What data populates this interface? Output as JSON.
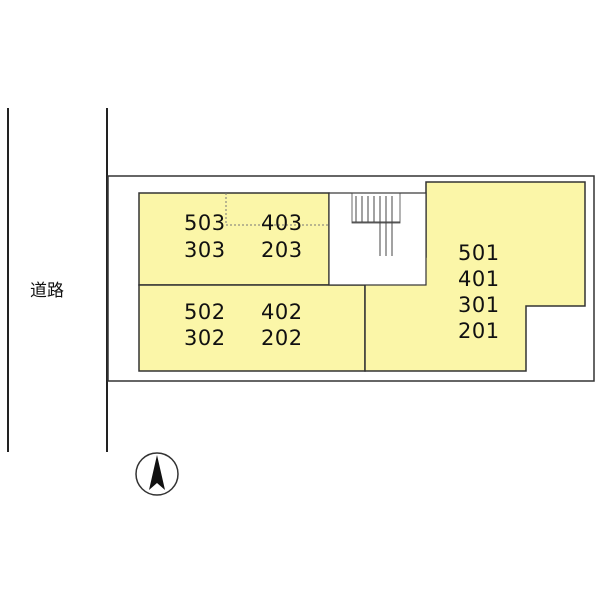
{
  "road_label": "道路",
  "units": {
    "upper_left_row1": "503",
    "upper_left_row2": "303",
    "upper_right_row1": "403",
    "upper_right_row2": "203",
    "lower_left_row1": "502",
    "lower_left_row2": "302",
    "lower_right_row1": "402",
    "lower_right_row2": "202",
    "east_row1": "501",
    "east_row2": "401",
    "east_row3": "301",
    "east_row4": "201"
  },
  "colors": {
    "unit_fill": "#fbf6a8",
    "line": "#333333"
  },
  "compass_icon": "north-arrow-icon"
}
